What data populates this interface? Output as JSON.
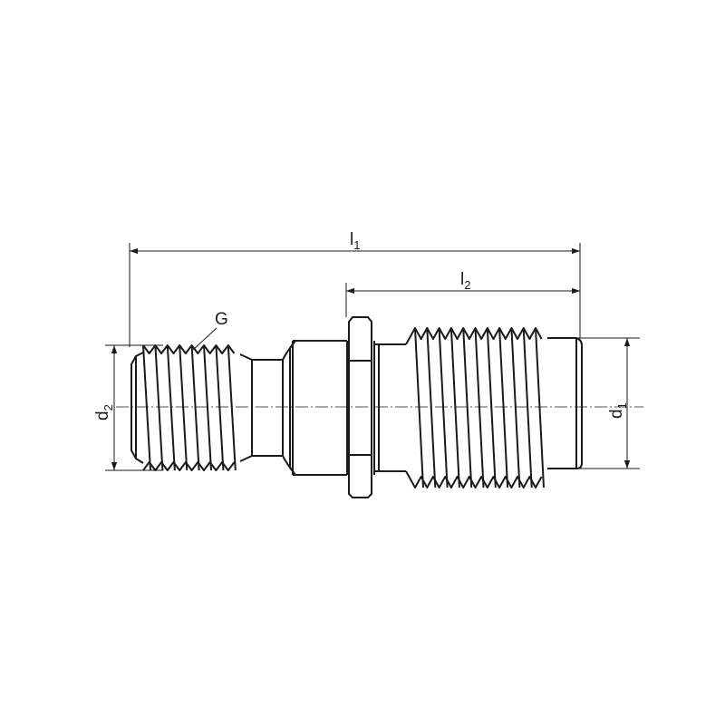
{
  "labels": {
    "l1": {
      "main": "l",
      "sub": "1"
    },
    "l2": {
      "main": "l",
      "sub": "2"
    },
    "d1": {
      "main": "d",
      "sub": "1"
    },
    "d2": {
      "main": "d",
      "sub": "2"
    },
    "thread": "G"
  }
}
